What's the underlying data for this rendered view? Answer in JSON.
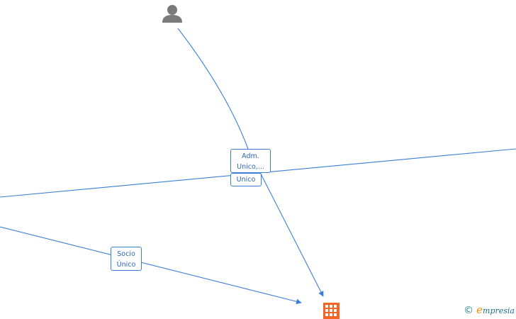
{
  "nodes": {
    "person": {
      "icon": "person-icon",
      "color": "#7a7a7a"
    },
    "company": {
      "icon": "building-icon",
      "color": "#f26522"
    }
  },
  "edge_color": "#3b7fd4",
  "edge_labels": {
    "adm": {
      "line1": "Adm.",
      "line2": "Unico,..."
    },
    "unico": {
      "line1": "Unico"
    },
    "socio": {
      "line1": "Socio",
      "line2": "Único"
    }
  },
  "brand": {
    "copyright": "©",
    "initial": "e",
    "name": "mpresia",
    "accent_color": "#f29200",
    "text_color": "#1f6f86"
  }
}
